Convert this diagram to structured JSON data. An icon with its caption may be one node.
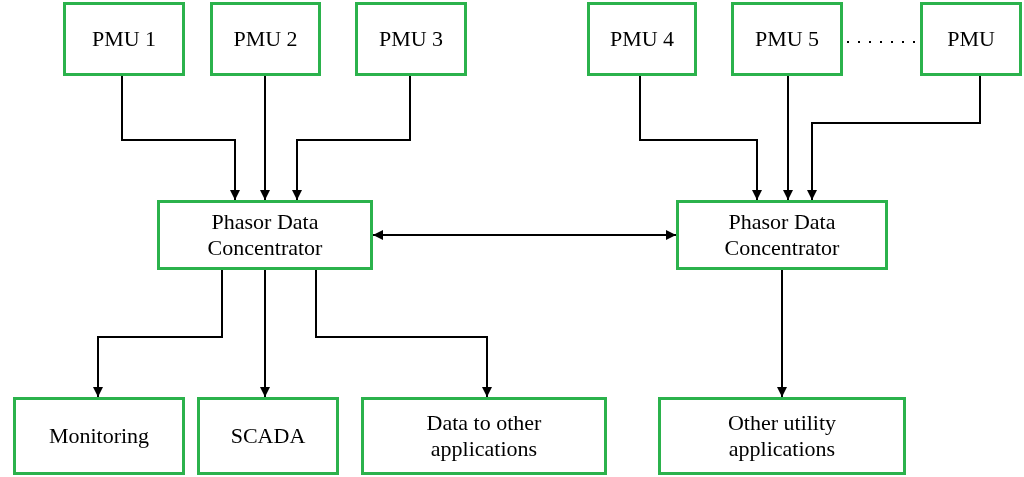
{
  "diagram": {
    "nodes": [
      {
        "text": [
          "PMU 1"
        ]
      },
      {
        "text": [
          "PMU 2"
        ]
      },
      {
        "text": [
          "PMU 3"
        ]
      },
      {
        "text": [
          "PMU 4"
        ]
      },
      {
        "text": [
          "PMU 5"
        ]
      },
      {
        "text": [
          "PMU"
        ]
      },
      {
        "text": [
          "Phasor Data Concentrator"
        ]
      },
      {
        "text": [
          "Phasor Data Concentrator"
        ]
      },
      {
        "text": [
          "Monitoring"
        ]
      },
      {
        "text": [
          "SCADA"
        ]
      },
      {
        "text": [
          "Data to other applications"
        ]
      },
      {
        "text": [
          "Other utility applications"
        ]
      }
    ],
    "edges": [
      {
        "from": 0,
        "to": 6,
        "arrow": "to"
      },
      {
        "from": 1,
        "to": 6,
        "arrow": "to"
      },
      {
        "from": 2,
        "to": 6,
        "arrow": "to"
      },
      {
        "from": 3,
        "to": 7,
        "arrow": "to"
      },
      {
        "from": 4,
        "to": 7,
        "arrow": "to"
      },
      {
        "from": 5,
        "to": 7,
        "arrow": "to"
      },
      {
        "from": 4,
        "to": 5,
        "arrow": "none",
        "style": "dashed"
      },
      {
        "from": 6,
        "to": 7,
        "arrow": "both"
      },
      {
        "from": 6,
        "to": 8,
        "arrow": "to"
      },
      {
        "from": 6,
        "to": 9,
        "arrow": "to"
      },
      {
        "from": 6,
        "to": 10,
        "arrow": "to"
      },
      {
        "from": 7,
        "to": 11,
        "arrow": "to"
      }
    ]
  }
}
